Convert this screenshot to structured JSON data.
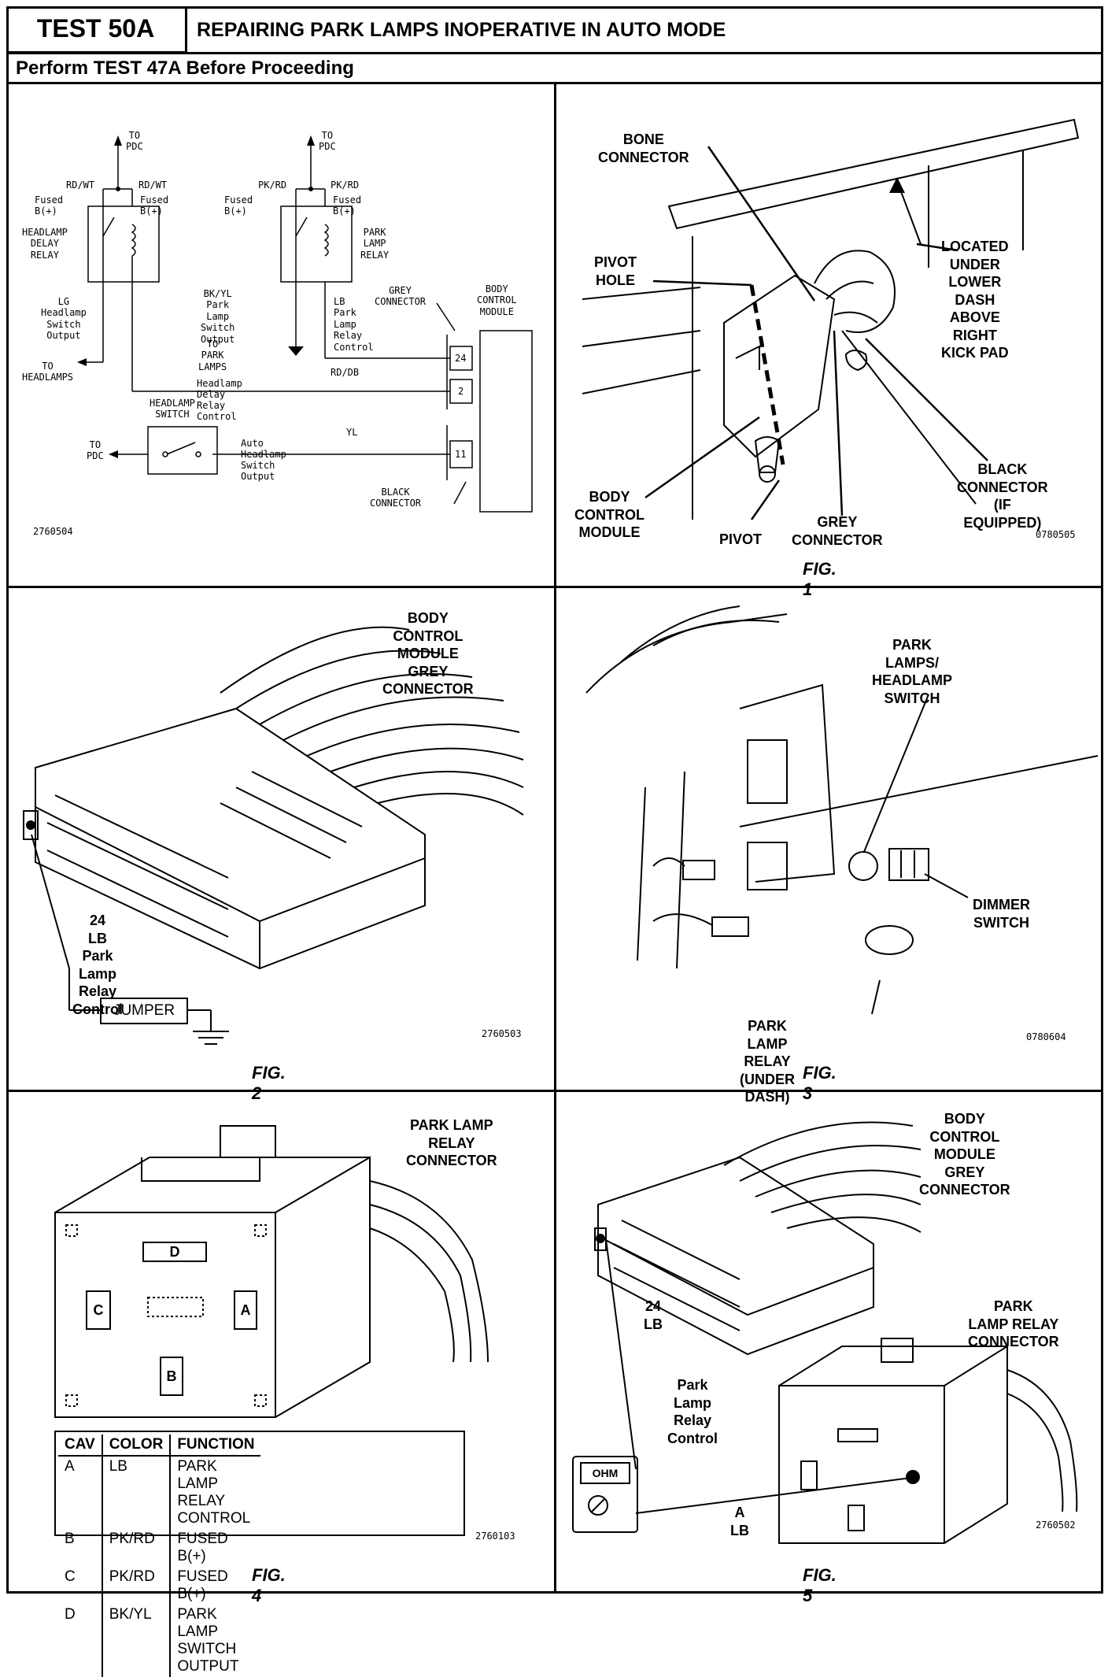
{
  "header": {
    "test_id": "TEST 50A",
    "title": "REPAIRING PARK LAMPS INOPERATIVE IN AUTO MODE",
    "subtitle": "Perform TEST 47A Before Proceeding"
  },
  "schematic": {
    "to_pdc_1": "TO\nPDC",
    "to_pdc_2": "TO\nPDC",
    "to_pdc_3": "TO\nPDC",
    "rd_wt_left": "RD/WT",
    "rd_wt_right": "RD/WT",
    "fused_left_1": "Fused B(+)",
    "fused_right_1": "Fused B(+)",
    "pk_rd_left": "PK/RD",
    "pk_rd_right": "PK/RD",
    "fused_left_2": "Fused B(+)",
    "fused_right_2": "Fused B(+)",
    "headlamp_delay_relay": "HEADLAMP\nDELAY\nRELAY",
    "park_lamp_relay": "PARK\nLAMP\nRELAY",
    "lg_label": "LG\nHeadlamp\nSwitch\nOutput",
    "bk_yl_label": "BK/YL\nPark Lamp\nSwitch Output",
    "lb_label": "LB\nPark\nLamp\nRelay\nControl",
    "to_park_lamps": "TO\nPARK LAMPS",
    "to_headlamps": "TO\nHEADLAMPS",
    "grey_connector": "GREY\nCONNECTOR",
    "body_control_module": "BODY\nCONTROL\nMODULE",
    "rd_db": "RD/DB",
    "headlamp_delay_relay_control": "Headlamp Delay Relay Control",
    "headlamp_switch": "HEADLAMP\nSWITCH",
    "yl": "YL",
    "auto_headlamp_switch_output": "Auto Headlamp Switch Output",
    "black_connector": "BLACK\nCONNECTOR",
    "pin_24": "24",
    "pin_2": "2",
    "pin_11": "11",
    "figure_id": "2760504"
  },
  "fig1": {
    "bone_connector": "BONE CONNECTOR",
    "pivot_hole": "PIVOT\nHOLE",
    "located": "LOCATED\nUNDER LOWER\nDASH ABOVE\nRIGHT KICK PAD",
    "body_control_module": "BODY\nCONTROL\nMODULE",
    "pivot": "PIVOT",
    "grey_connector": "GREY\nCONNECTOR",
    "black_connector": "BLACK\nCONNECTOR\n(IF EQUIPPED)",
    "figure_id": "0780505",
    "caption": "FIG. 1"
  },
  "fig2": {
    "title": "BODY\nCONTROL MODULE\nGREY\nCONNECTOR",
    "pin_label": "24\nLB\nPark Lamp\nRelay Control",
    "jumper": "JUMPER",
    "figure_id": "2760503",
    "caption": "FIG. 2"
  },
  "fig3": {
    "park_lamps_switch": "PARK LAMPS/\nHEADLAMP\nSWITCH",
    "dimmer_switch": "DIMMER\nSWITCH",
    "park_lamp_relay": "PARK LAMP RELAY\n(UNDER DASH)",
    "figure_id": "0780604",
    "caption": "FIG. 3"
  },
  "fig4": {
    "title": "PARK LAMP\nRELAY\nCONNECTOR",
    "cav_d": "D",
    "cav_c": "C",
    "cav_a": "A",
    "cav_b": "B",
    "table_headers": [
      "CAV",
      "COLOR",
      "FUNCTION"
    ],
    "table_rows": [
      [
        "A",
        "LB",
        "PARK LAMP RELAY CONTROL"
      ],
      [
        "B",
        "PK/RD",
        "FUSED B(+)"
      ],
      [
        "C",
        "PK/RD",
        "FUSED B(+)"
      ],
      [
        "D",
        "BK/YL",
        "PARK LAMP SWITCH OUTPUT"
      ]
    ],
    "figure_id": "2760103",
    "caption": "FIG. 4"
  },
  "fig5": {
    "title": "BODY\nCONTROL MODULE\nGREY\nCONNECTOR",
    "pin_label": "24\nLB",
    "park_lamp_relay_control": "Park\nLamp Relay\nControl",
    "relay_connector": "PARK\nLAMP RELAY\nCONNECTOR",
    "cav_label": "A\nLB",
    "meter_display": "OHM",
    "figure_id": "2760502",
    "caption": "FIG. 5"
  }
}
